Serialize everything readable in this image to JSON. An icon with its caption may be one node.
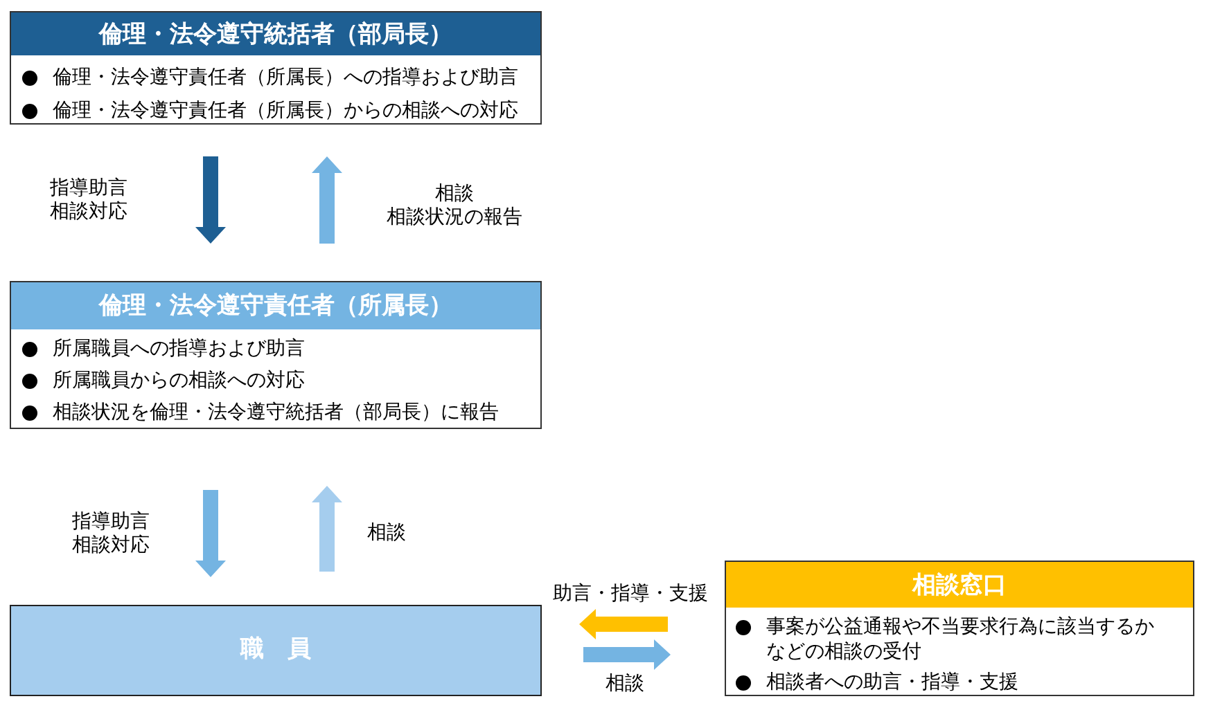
{
  "diagram": {
    "nodes": [
      {
        "text": [
          "倫理・法令遵守統括者（部局長）",
          "倫理・法令遵守責任者（所属長）への指導および助言",
          "倫理・法令遵守責任者（所属長）からの相談への対応"
        ]
      },
      {
        "text": [
          "倫理・法令遵守責任者（所属長）",
          "所属職員への指導および助言",
          "所属職員からの相談への対応",
          "相談状況を倫理・法令遵守統括者（部局長）に報告"
        ]
      },
      {
        "text": [
          "職　員"
        ]
      },
      {
        "text": [
          "相談窓口",
          "事案が公益通報や不当要求行為に該当するかなどの相談の受付",
          "相談者への助言・指導・支援"
        ]
      }
    ],
    "edges": [
      {
        "from": 0,
        "to": 1,
        "arrow": "to",
        "label": "指導助言相談対応",
        "color": "#1e5f93"
      },
      {
        "from": 1,
        "to": 0,
        "arrow": "to"
      },
      {
        "from": 1,
        "to": 2,
        "arrow": "to",
        "label": "指導助言相談対応"
      },
      {
        "from": 2,
        "to": 1,
        "arrow": "to",
        "label": "相談",
        "color": "#a5cdee"
      },
      {
        "from": 3,
        "to": 2,
        "arrow": "to",
        "label": "助言・指導・支援",
        "color": "#ffc000"
      },
      {
        "from": 2,
        "to": 3,
        "arrow": "to",
        "label": "相談"
      }
    ],
    "labels": [
      "相談",
      "相談状況の報告"
    ]
  }
}
